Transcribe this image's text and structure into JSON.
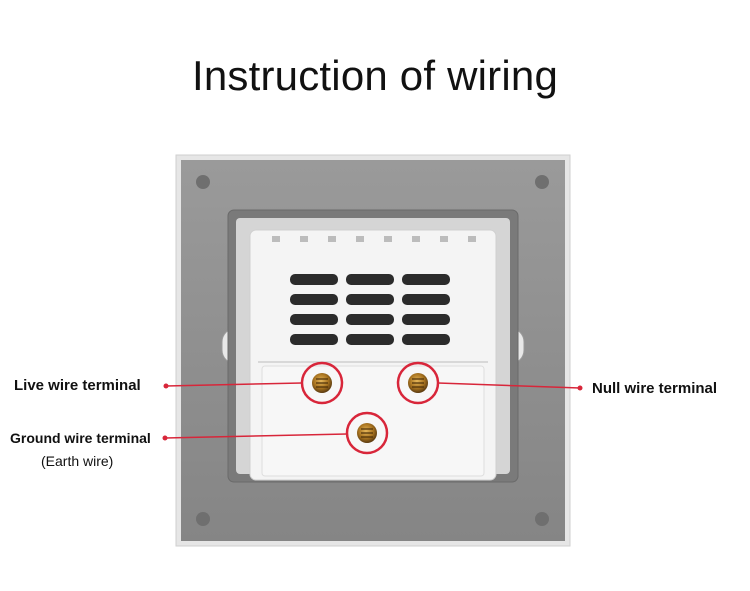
{
  "title": "Instruction of wiring",
  "labels": {
    "live": "Live wire terminal",
    "null": "Null wire terminal",
    "ground": "Ground wire terminal",
    "ground_sub": "(Earth wire)"
  },
  "colors": {
    "accent": "#d8263a",
    "plate": "#8e8e8e",
    "module": "#f2f2f2",
    "brass": "#b07a2c"
  }
}
